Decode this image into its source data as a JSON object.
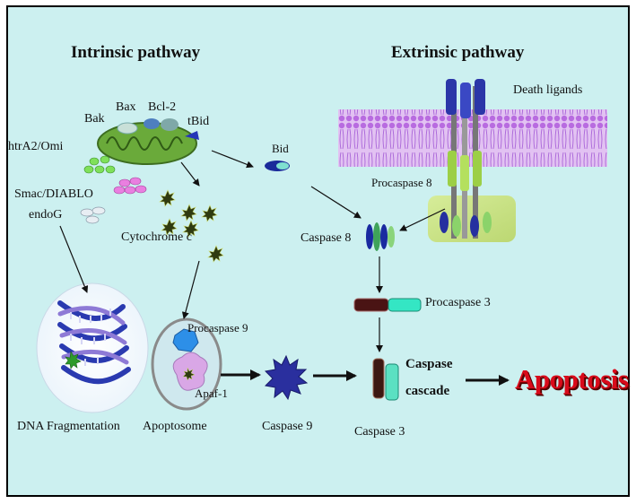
{
  "titles": {
    "intrinsic": "Intrinsic pathway",
    "extrinsic": "Extrinsic pathway"
  },
  "labels": {
    "bak": "Bak",
    "bax": "Bax",
    "bcl2": "Bcl-2",
    "tbid": "tBid",
    "htra2": "htrA2/Omi",
    "smac": "Smac/DIABLO",
    "endog": "endoG",
    "cytochrome": "Cytochrome c",
    "bid": "Bid",
    "death_ligands": "Death ligands",
    "procaspase8": "Procaspase 8",
    "caspase8": "Caspase 8",
    "procaspase3": "Procaspase 3",
    "procaspase9": "Procaspase 9",
    "apaf1": "Apaf-1",
    "caspase_cascade_line1": "Caspase",
    "caspase_cascade_line2": "cascade",
    "apoptosis": "Apoptosis",
    "dna_fragmentation": "DNA Fragmentation",
    "apoptosome": "Apoptosome",
    "caspase9": "Caspase 9",
    "caspase3": "Caspase 3"
  },
  "colors": {
    "background": "#ccf0f0",
    "membrane": "#c98ee8",
    "mitochondrion": "#6aaa3a",
    "apoptosis_text": "#d90b1b",
    "caspase9": "#2a2f9e",
    "cytochrome": "#2f3a10"
  }
}
